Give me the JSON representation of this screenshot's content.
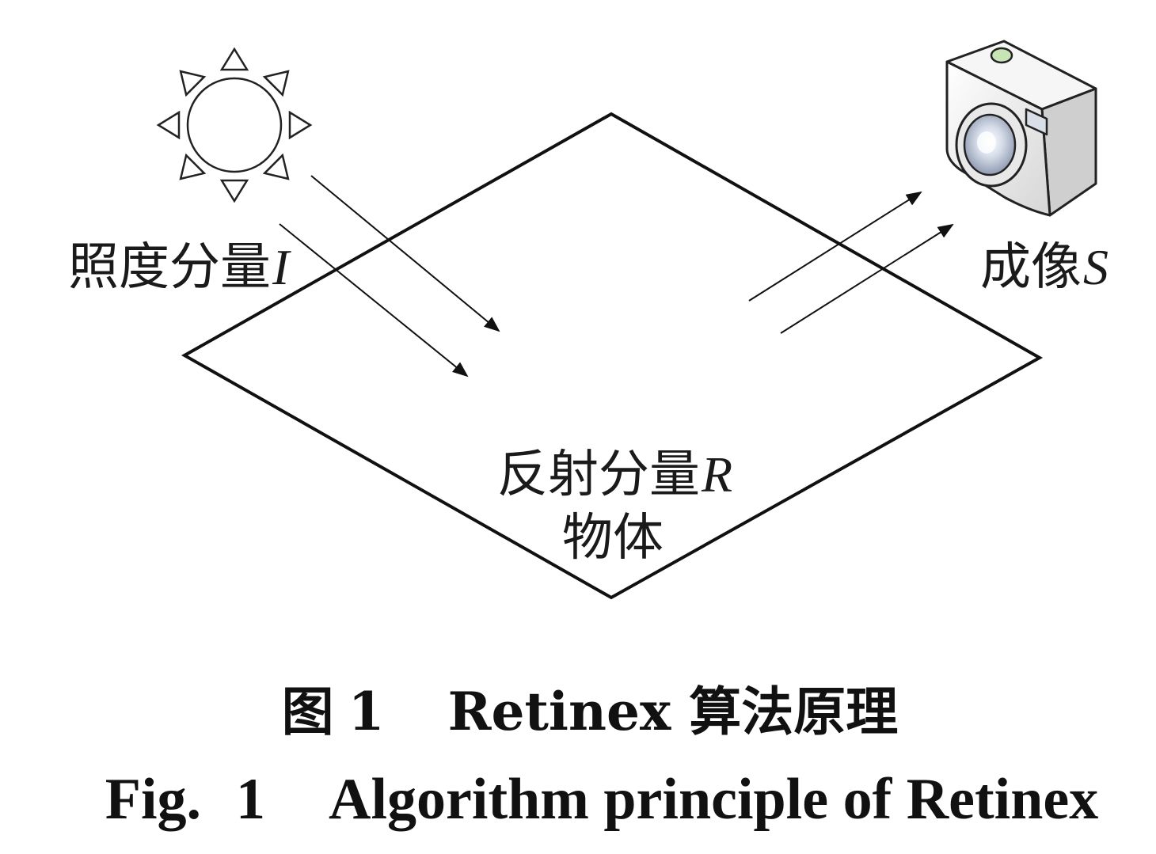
{
  "labels": {
    "illumination": {
      "text": "照度分量",
      "var": "I"
    },
    "image": {
      "text": "成像",
      "var": "S"
    },
    "reflection": {
      "text": "反射分量",
      "var": "R"
    },
    "object": {
      "text": "物体"
    }
  },
  "caption_cn": {
    "prefix": "图",
    "number": "1",
    "title": "Retinex 算法原理"
  },
  "caption_en": {
    "prefix": "Fig.",
    "number": "1",
    "title": "Algorithm principle of Retinex"
  },
  "icons": {
    "light_source": "sun-icon",
    "sensor": "camera-icon"
  },
  "colors": {
    "ink": "#111111",
    "background": "#ffffff",
    "camera_body": "#eeeeee",
    "lens": "#bcc8dc"
  }
}
